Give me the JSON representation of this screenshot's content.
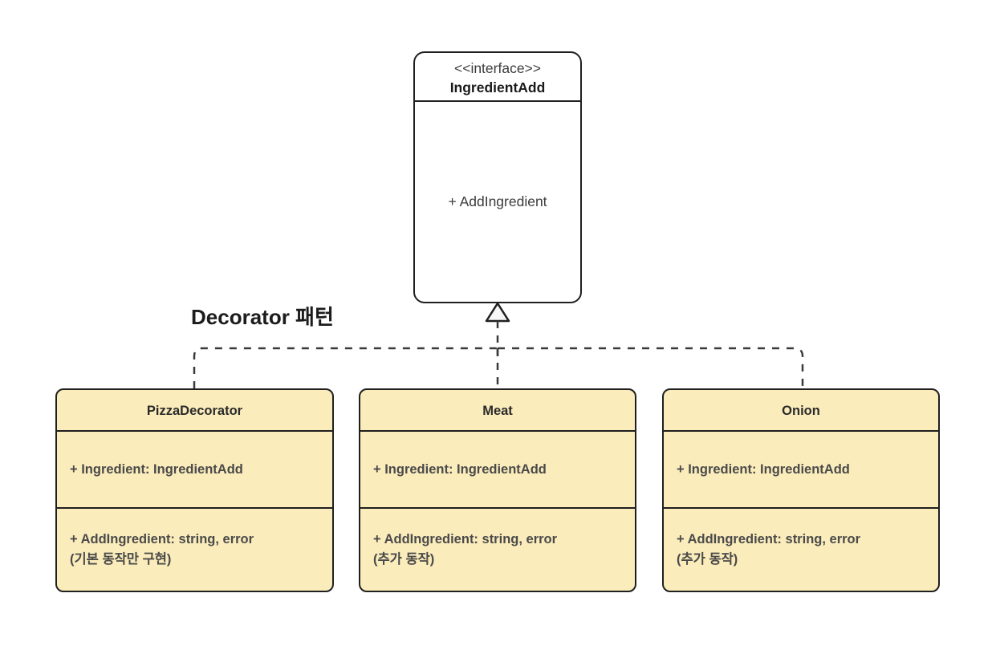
{
  "diagram": {
    "title": "Decorator 패턴",
    "colors": {
      "class_fill": "#fbecbb",
      "interface_fill": "#ffffff",
      "stroke": "#1f1f1f",
      "background": "#ffffff"
    },
    "interface": {
      "stereotype": "<<interface>>",
      "name": "IngredientAdd",
      "attributes": [],
      "operations": [
        "+ AddIngredient"
      ]
    },
    "classes": [
      {
        "name": "PizzaDecorator",
        "attributes": "+ Ingredient: IngredientAdd",
        "operations": "+ AddIngredient: string, error\n(기본 동작만 구현)"
      },
      {
        "name": "Meat",
        "attributes": "+ Ingredient: IngredientAdd",
        "operations": "+ AddIngredient: string, error\n(추가 동작)"
      },
      {
        "name": "Onion",
        "attributes": "+ Ingredient: IngredientAdd",
        "operations": "+ AddIngredient: string, error\n(추가 동작)"
      }
    ],
    "relationship": {
      "kind": "realization",
      "arrow": "hollow-triangle",
      "line_style": "dashed"
    }
  }
}
